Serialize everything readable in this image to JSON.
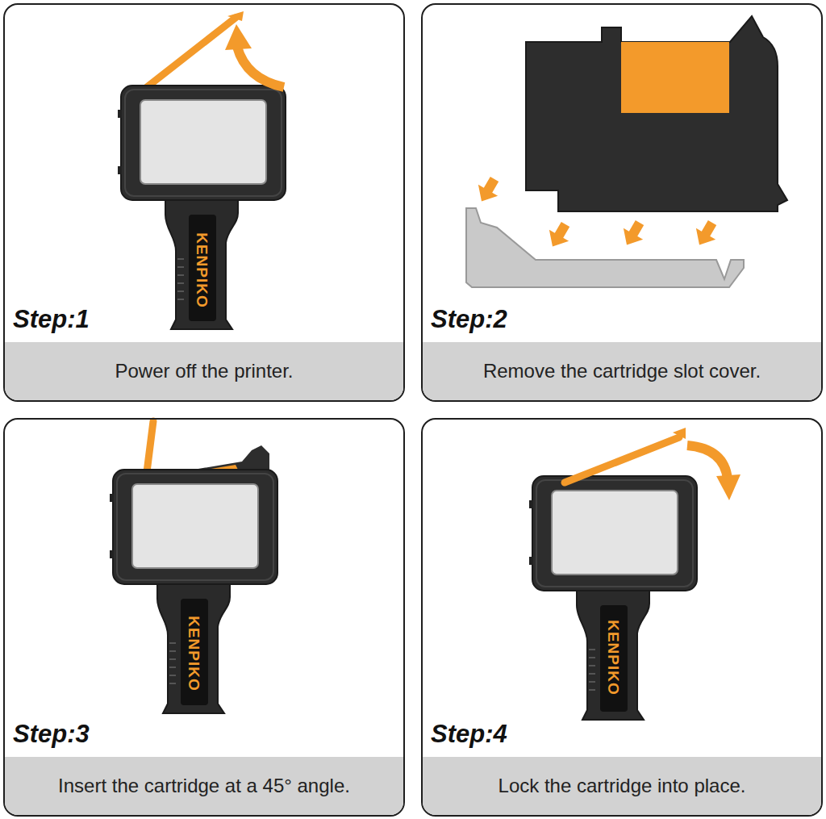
{
  "diagram": {
    "nodes": [
      {
        "text": [
          "Step:1"
        ]
      },
      {
        "text": [
          "Power off the printer."
        ],
        "in": 0
      },
      {
        "text": [
          "Step:2"
        ]
      },
      {
        "text": [
          "Remove the cartridge slot cover."
        ],
        "in": 2
      },
      {
        "text": [
          "Step:3"
        ]
      },
      {
        "text": [
          "Insert the cartridge at a 45° angle."
        ],
        "in": 4
      },
      {
        "text": [
          "Step:4"
        ]
      },
      {
        "text": [
          "Lock the cartridge into place."
        ],
        "in": 6
      }
    ],
    "labels": [
      "KENPIKO",
      "KENPIKO",
      "KENPIKO"
    ]
  }
}
